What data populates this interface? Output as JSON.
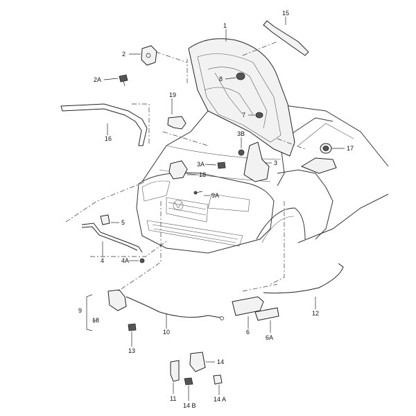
{
  "labels": {
    "p1": "1",
    "p2": "2",
    "p2a": "2A",
    "p3": "3",
    "p3a": "3A",
    "p3b": "3B",
    "p4": "4",
    "p4a": "4A",
    "p5": "5",
    "p6": "6",
    "p6a": "6A",
    "p7": "7",
    "p8": "8",
    "p9": "9",
    "p9a": "9A",
    "p10": "10",
    "p11": "11",
    "p12": "12",
    "p13": "13",
    "p14": "14",
    "p14a": "14 A",
    "p14b": "14 B",
    "p15": "15",
    "p16": "16",
    "p17": "17",
    "p18a": "18",
    "p18b": "18",
    "p19": "19"
  }
}
